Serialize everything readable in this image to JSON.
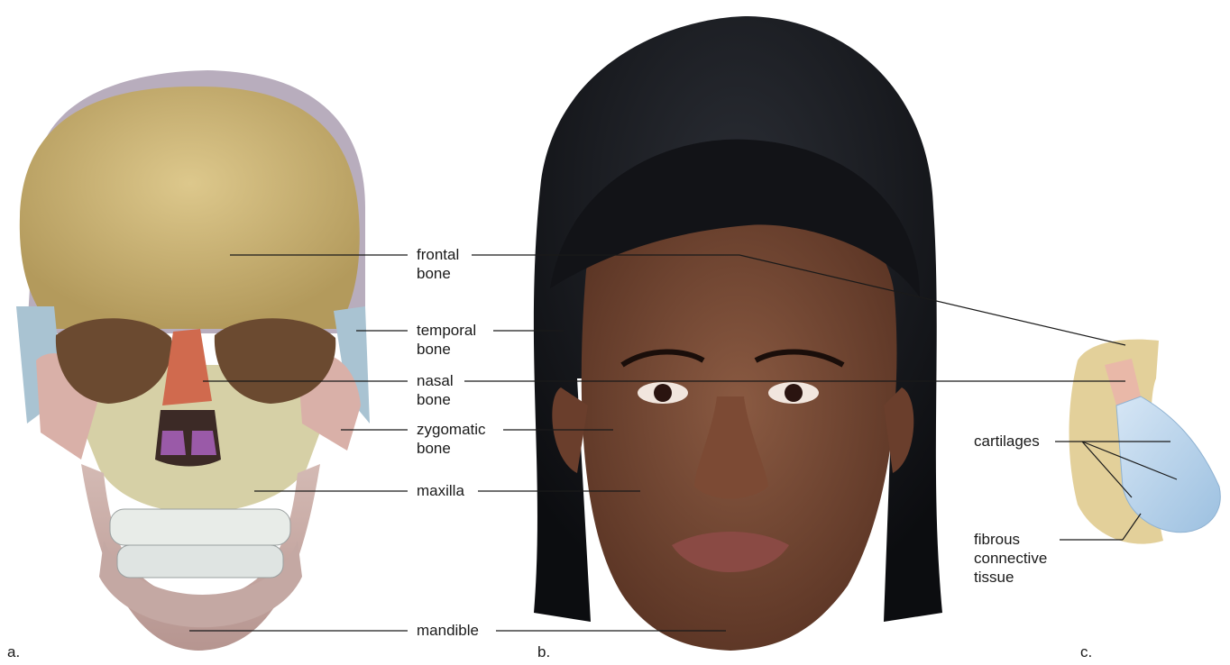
{
  "labels": {
    "frontal_bone": "frontal\nbone",
    "temporal_bone": "temporal\nbone",
    "nasal_bone": "nasal\nbone",
    "zygomatic_bone": "zygomatic\nbone",
    "maxilla": "maxilla",
    "mandible": "mandible",
    "cartilages": "cartilages",
    "fibrous_connective_tissue": "fibrous\nconnective\ntissue"
  },
  "panels": {
    "a": "a.",
    "b": "b.",
    "c": "c."
  },
  "colors": {
    "frontal": "#c9b277",
    "temporal": "#a9c3d2",
    "parietal": "#b8adbd",
    "nasal": "#d06a4e",
    "zygomatic": "#d9b0a8",
    "maxilla": "#d6d0a6",
    "mandible": "#c9aeaa",
    "teeth": "#e8ece8",
    "skin": "#6e4230",
    "hair": "#141519",
    "cartilage": "#b8d4ec",
    "nose_bone": "#e3d09a"
  }
}
